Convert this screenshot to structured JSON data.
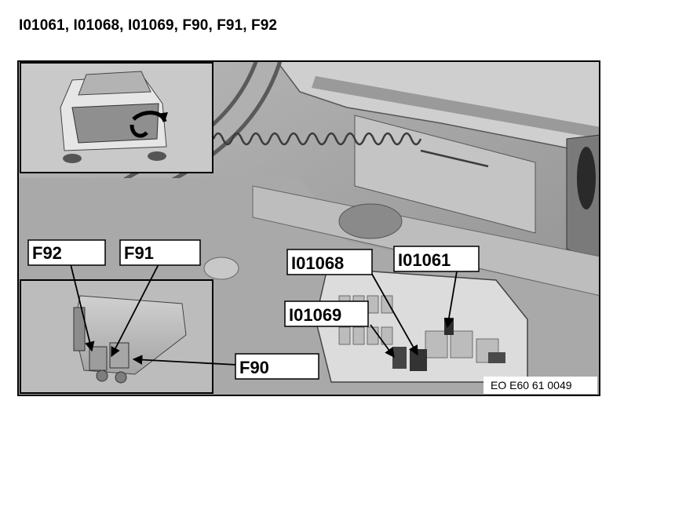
{
  "header": {
    "title": "I01061, I01068, I01069, F90, F91, F92"
  },
  "figure": {
    "labels": {
      "f92": "F92",
      "f91": "F91",
      "f90": "F90",
      "i01068": "I01068",
      "i01061": "I01061",
      "i01069": "I01069"
    },
    "reference_code": "EO E60 61 0049"
  }
}
